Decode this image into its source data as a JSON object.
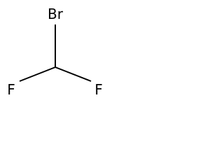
{
  "molecule": {
    "atoms": [
      {
        "id": "bromine",
        "symbol": "Br"
      },
      {
        "id": "carbon",
        "symbol": ""
      },
      {
        "id": "fluorine-left",
        "symbol": "F"
      },
      {
        "id": "fluorine-right",
        "symbol": "F"
      }
    ],
    "bonds": [
      {
        "from": "carbon",
        "to": "bromine",
        "order": 1
      },
      {
        "from": "carbon",
        "to": "fluorine-left",
        "order": 1
      },
      {
        "from": "carbon",
        "to": "fluorine-right",
        "order": 1
      }
    ]
  }
}
